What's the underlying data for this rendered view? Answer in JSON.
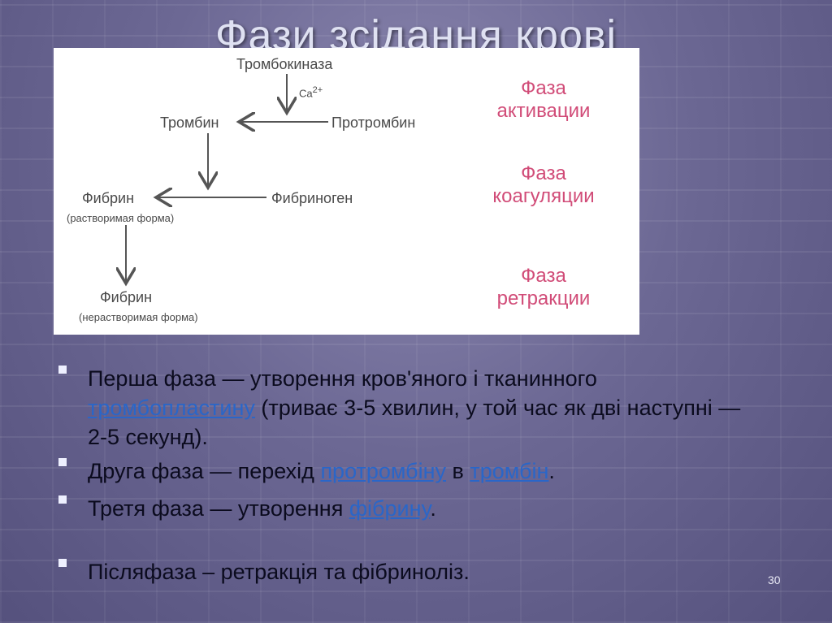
{
  "title": "Фази зсідання крові",
  "diagram": {
    "thrombokinase": "Тромбокиназа",
    "ca": "Ca",
    "ca_sup": "2+",
    "thrombin": "Тромбин",
    "prothrombin": "Протромбин",
    "fibrin_soluble": "Фибрин",
    "fibrin_soluble_note": "(растворимая форма)",
    "fibrinogen": "Фибриноген",
    "fibrin_insoluble": "Фибрин",
    "fibrin_insoluble_note": "(нерастворимая форма)",
    "phase_activation": [
      "Фаза",
      "активации"
    ],
    "phase_coagulation": [
      "Фаза",
      "коагуляции"
    ],
    "phase_retraction": [
      "Фаза",
      "ретракции"
    ]
  },
  "bullets": {
    "b1_pre": "Перша фаза — утворення кров'яного і тканинного ",
    "b1_link": "тромбопластину",
    "b1_post": " (триває 3-5 хвилин, у той час як дві наступні — 2-5 секунд).",
    "b2_pre": "Друга фаза — перехід ",
    "b2_link1": "протромбіну",
    "b2_mid": " в ",
    "b2_link2": "тромбін",
    "b2_post": ".",
    "b3_pre": "Третя фаза — утворення ",
    "b3_link": "фібрину",
    "b3_post": ".",
    "b4": "Післяфаза – ретракція та фібриноліз."
  },
  "page_number": "30"
}
